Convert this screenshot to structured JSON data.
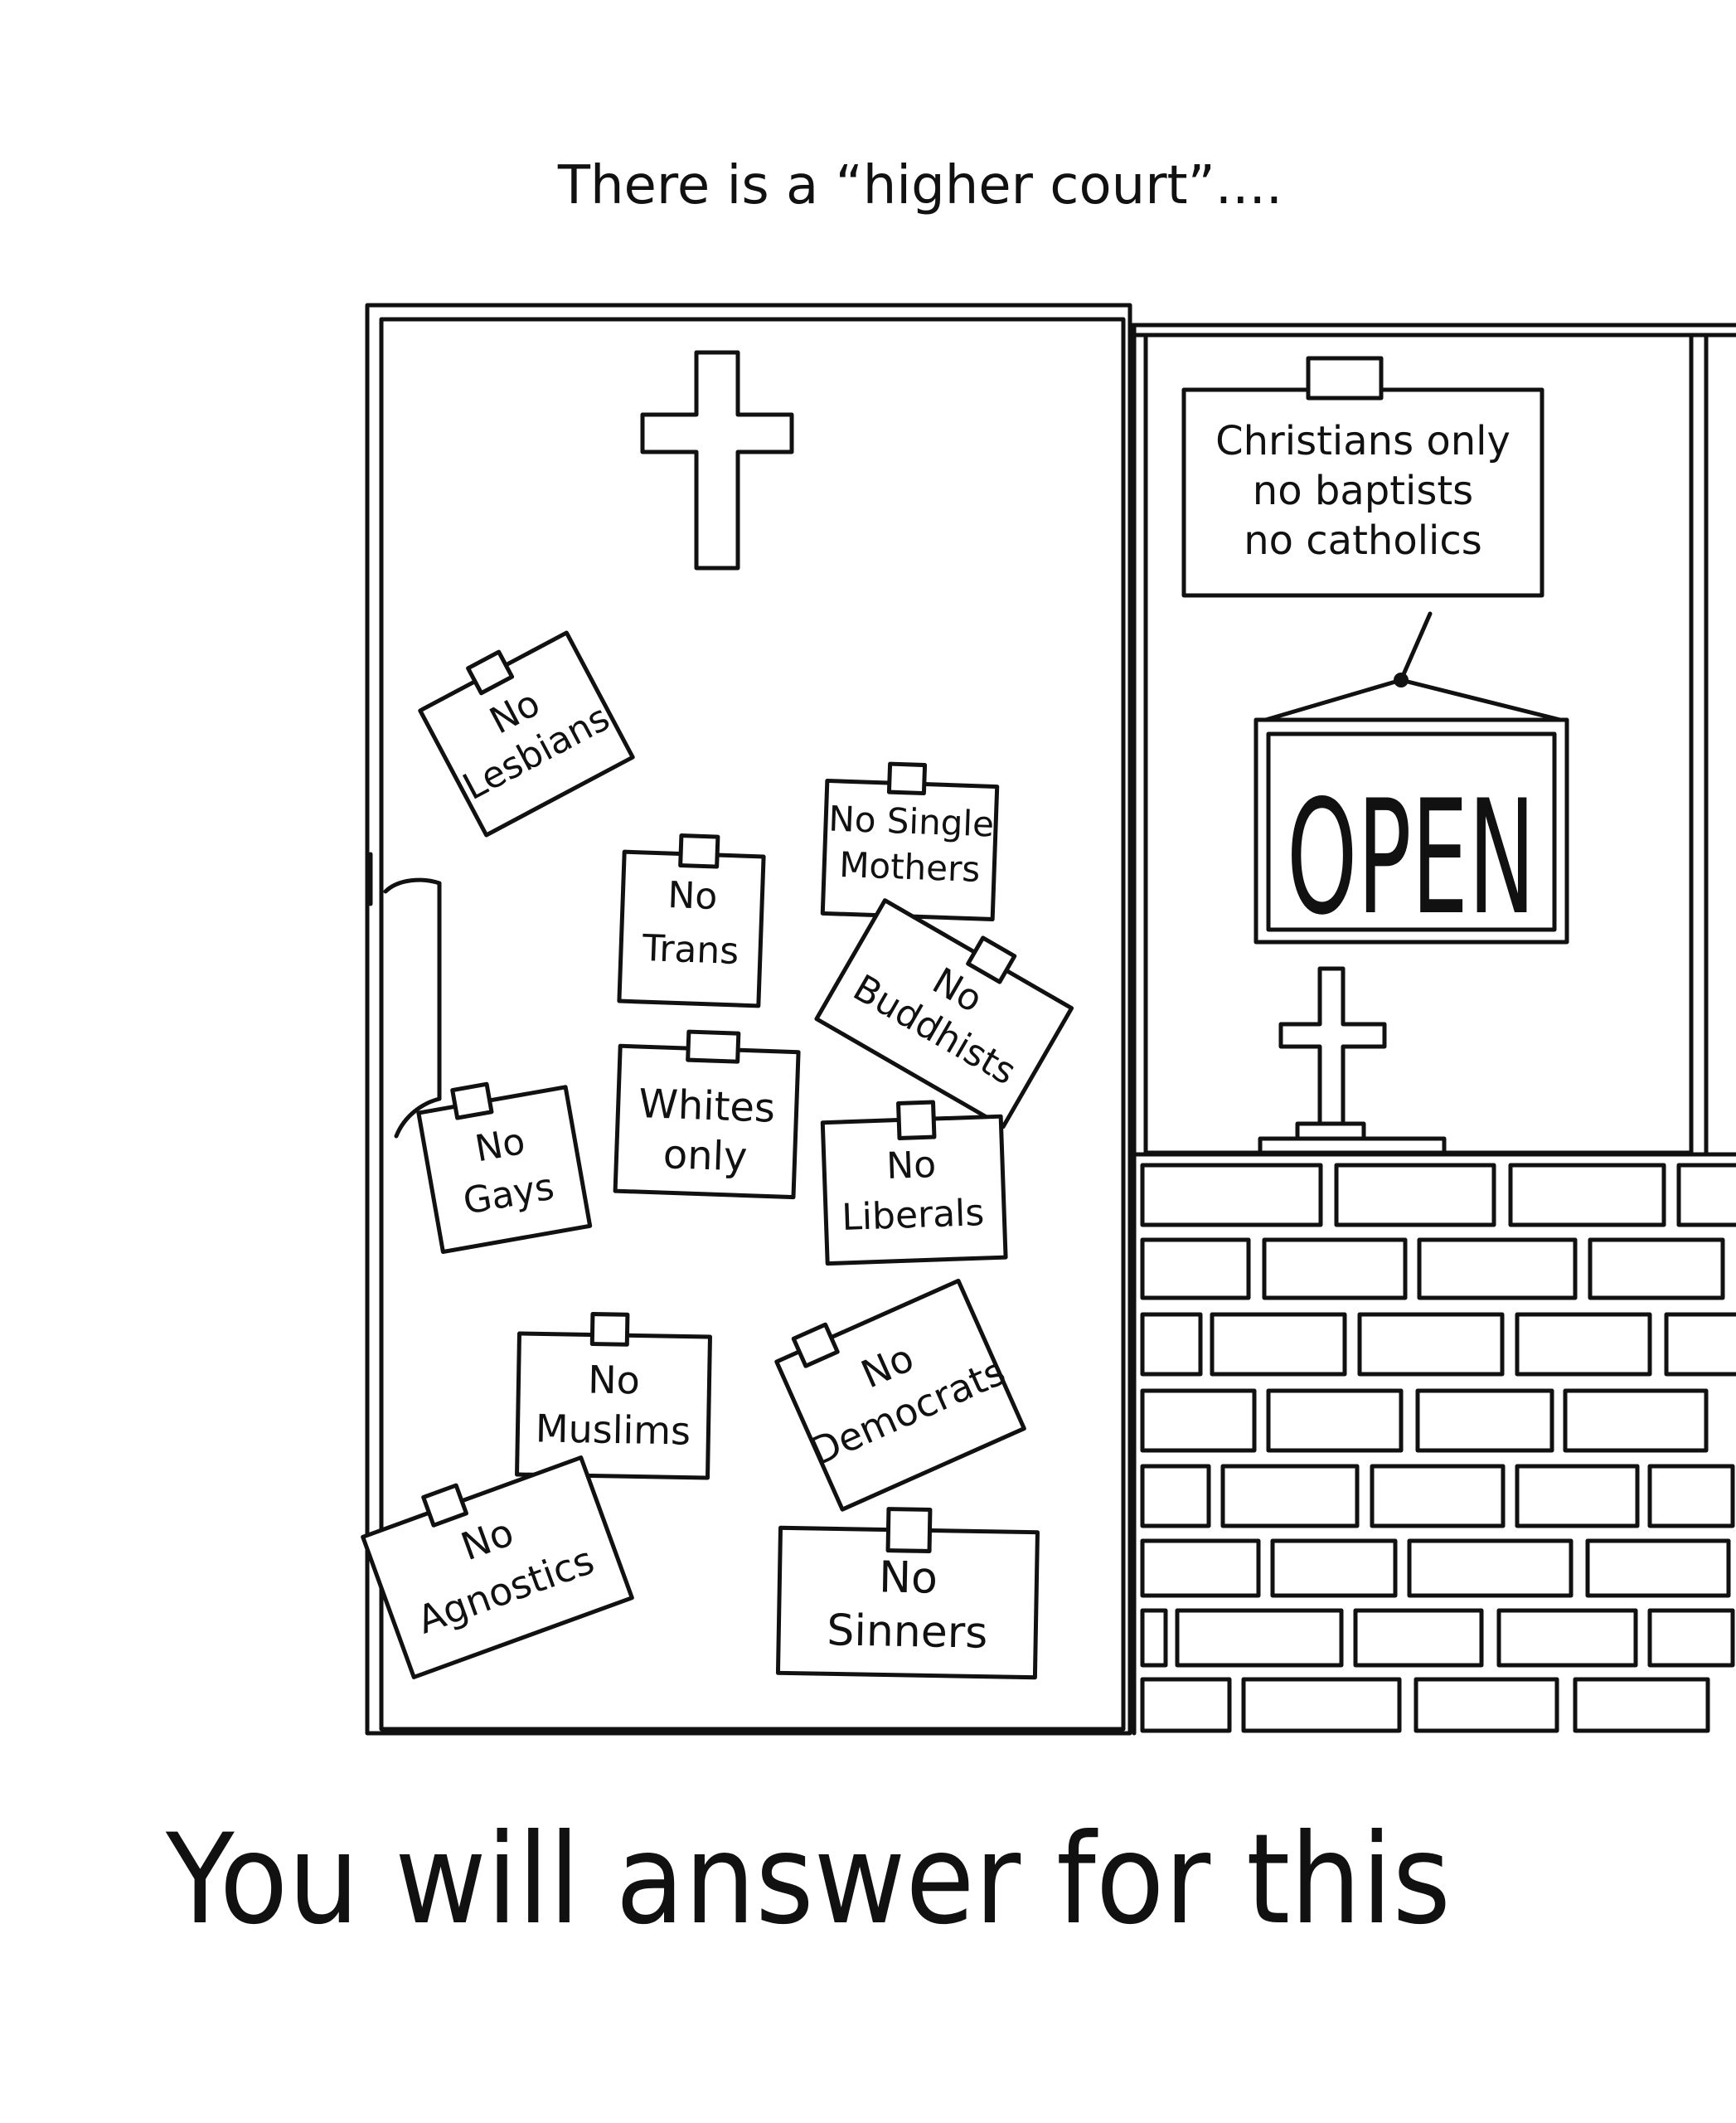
{
  "top_caption": "There is a “higher court”....",
  "bottom_caption": "You will answer for this",
  "window_signs": {
    "lesbians": [
      "No",
      "Lesbians"
    ],
    "trans": [
      "No",
      "Trans"
    ],
    "single_mothers": [
      "No Single",
      "Mothers"
    ],
    "buddhists": [
      "No",
      "Buddhists"
    ],
    "gays": [
      "No",
      "Gays"
    ],
    "whites_only": [
      "Whites",
      "only"
    ],
    "liberals": [
      "No",
      "Liberals"
    ],
    "muslims": [
      "No",
      "Muslims"
    ],
    "democrats": [
      "No",
      "Democrats"
    ],
    "agnostics": [
      "No",
      "Agnostics"
    ],
    "sinners": [
      "No",
      "Sinners"
    ]
  },
  "door_sign": [
    "Christians only",
    "no baptists",
    "no catholics"
  ],
  "open_sign": "OPEN"
}
